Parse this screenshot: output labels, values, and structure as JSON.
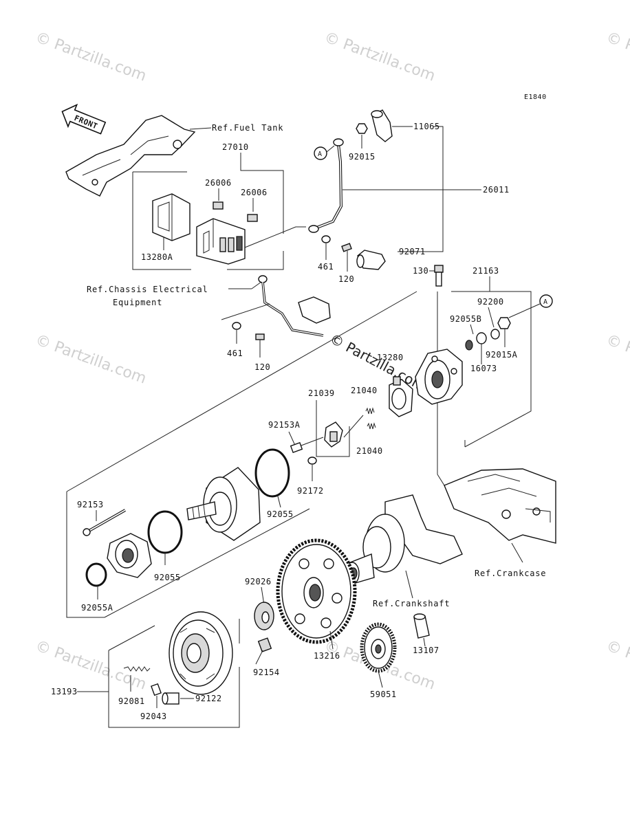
{
  "diagram_code": "E1840",
  "front_label": "FRONT",
  "watermark": "© Partzilla.com",
  "callout_a": "A",
  "labels": {
    "l11065": "11065",
    "l92015": "92015",
    "l26011": "26011",
    "l92071": "92071",
    "l461a": "461",
    "l120a": "120",
    "l27010": "27010",
    "l26006a": "26006",
    "l26006b": "26006",
    "l13280a": "13280A",
    "l461b": "461",
    "l120b": "120",
    "l130": "130",
    "l21163": "21163",
    "l92200": "92200",
    "l92055b": "92055B",
    "l92015a": "92015A",
    "l16073": "16073",
    "l13280": "13280",
    "l21039": "21039",
    "l21040a": "21040",
    "l21040b": "21040",
    "l92153a": "92153A",
    "l92172": "92172",
    "l92055a_ring": "92055",
    "l92153": "92153",
    "l92055b_ring": "92055",
    "l92055A": "92055A",
    "l92026": "92026",
    "l13216": "13216",
    "l92154": "92154",
    "l13193": "13193",
    "l92081": "92081",
    "l92043": "92043",
    "l92122": "92122",
    "l59051": "59051",
    "l13107": "13107"
  },
  "refs": {
    "fuel_tank": "Ref.Fuel Tank",
    "chassis_line1": "Ref.Chassis Electrical",
    "chassis_line2": "Equipment",
    "crankcase": "Ref.Crankcase",
    "crankshaft": "Ref.Crankshaft"
  }
}
